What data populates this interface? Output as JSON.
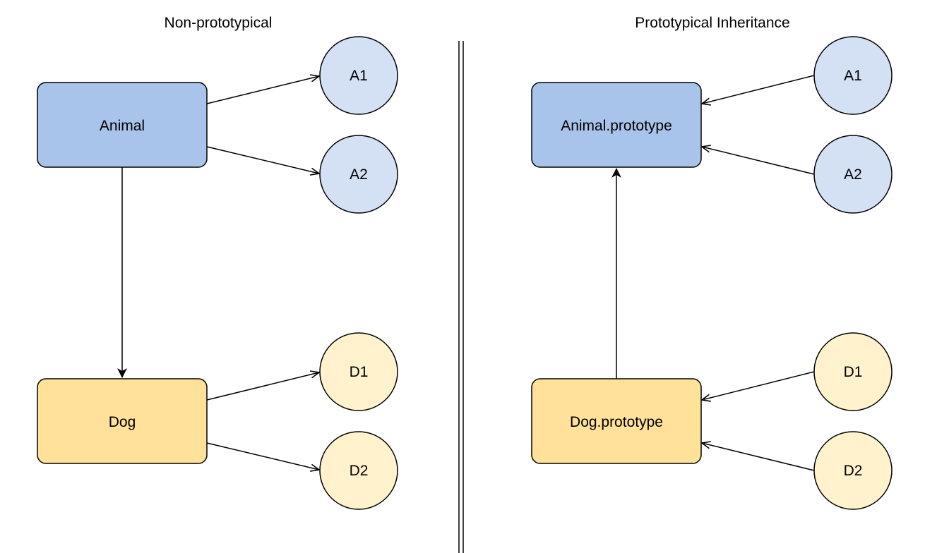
{
  "left": {
    "title": "Non-prototypical",
    "parent_box": {
      "label": "Animal"
    },
    "child_box": {
      "label": "Dog"
    },
    "parent_instances": [
      "A1",
      "A2"
    ],
    "child_instances": [
      "D1",
      "D2"
    ]
  },
  "right": {
    "title": "Prototypical Inheritance",
    "parent_box": {
      "label": "Animal.prototype"
    },
    "child_box": {
      "label": "Dog.prototype"
    },
    "parent_instances": [
      "A1",
      "A2"
    ],
    "child_instances": [
      "D1",
      "D2"
    ]
  },
  "colors": {
    "parent_box_fill": "#a9c4eb",
    "parent_instance_fill": "#d4e1f5",
    "child_box_fill": "#ffe199",
    "child_instance_fill": "#fff2cc",
    "stroke": "#000000"
  }
}
